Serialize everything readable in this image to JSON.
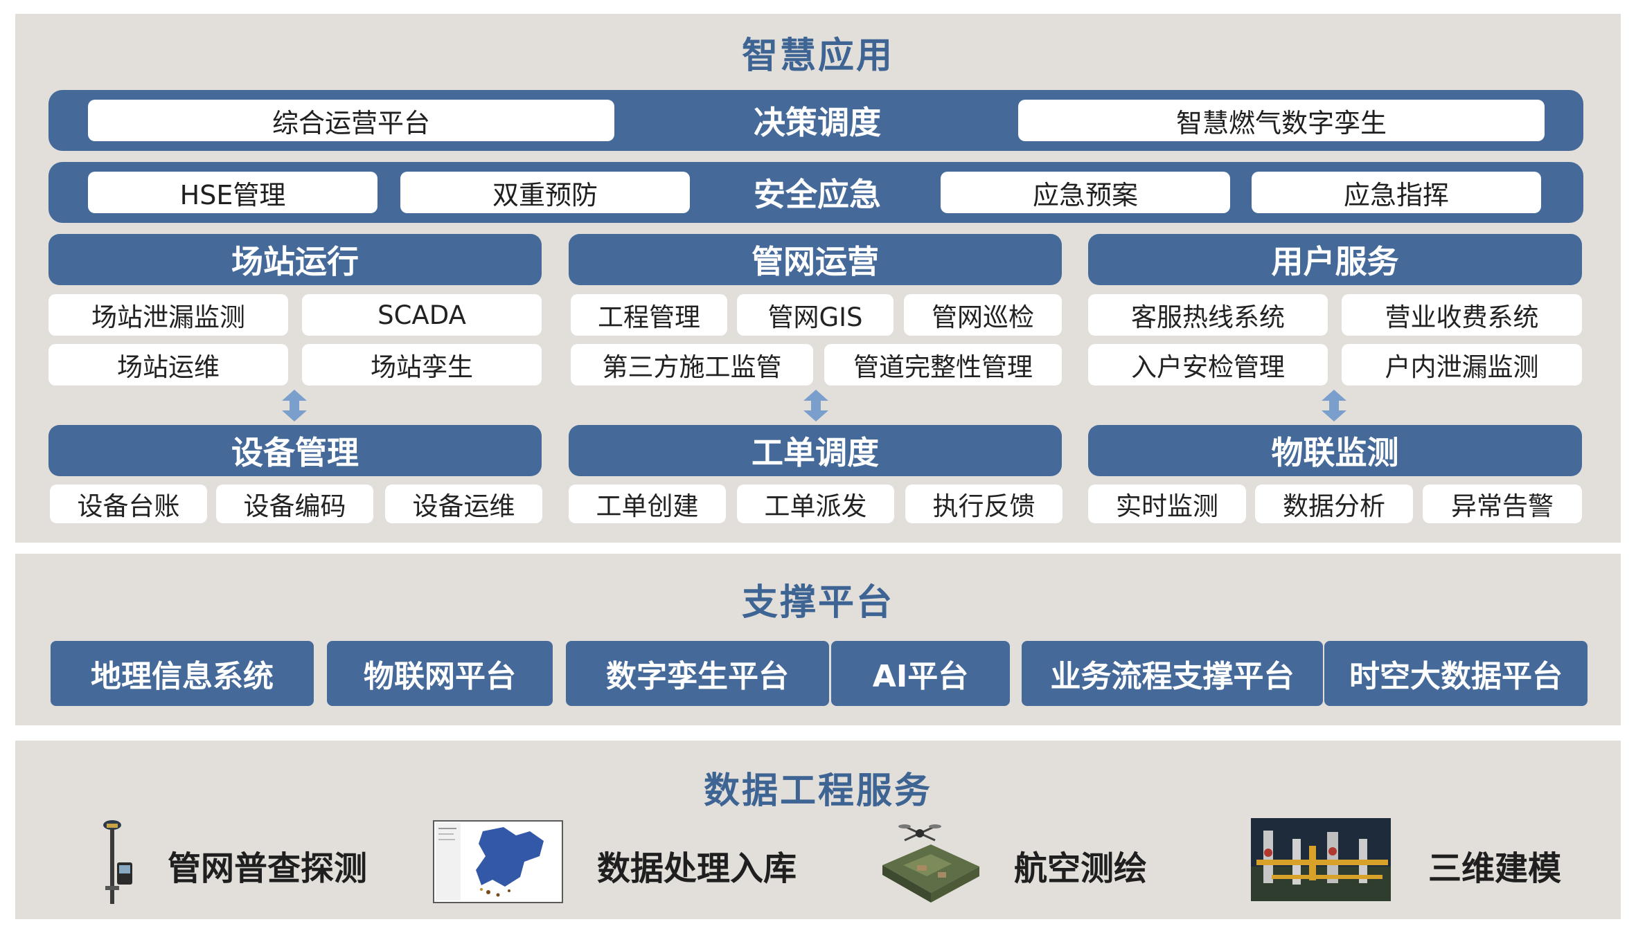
{
  "smart_apps": {
    "title": "智慧应用",
    "decision": {
      "label": "决策调度",
      "items": [
        "综合运营平台",
        "智慧燃气数字孪生"
      ]
    },
    "safety": {
      "label": "安全应急",
      "left_items": [
        "HSE管理",
        "双重预防"
      ],
      "right_items": [
        "应急预案",
        "应急指挥"
      ]
    },
    "columns": [
      {
        "header": "场站运行",
        "rows": [
          [
            "场站泄漏监测",
            "SCADA"
          ],
          [
            "场站运维",
            "场站孪生"
          ]
        ],
        "sub_header": "设备管理",
        "sub_items": [
          "设备台账",
          "设备编码",
          "设备运维"
        ]
      },
      {
        "header": "管网运营",
        "rows": [
          [
            "工程管理",
            "管网GIS",
            "管网巡检"
          ],
          [
            "第三方施工监管",
            "管道完整性管理"
          ]
        ],
        "sub_header": "工单调度",
        "sub_items": [
          "工单创建",
          "工单派发",
          "执行反馈"
        ]
      },
      {
        "header": "用户服务",
        "rows": [
          [
            "客服热线系统",
            "营业收费系统"
          ],
          [
            "入户安检管理",
            "户内泄漏监测"
          ]
        ],
        "sub_header": "物联监测",
        "sub_items": [
          "实时监测",
          "数据分析",
          "异常告警"
        ]
      }
    ]
  },
  "support": {
    "title": "支撑平台",
    "items": [
      "地理信息系统",
      "物联网平台",
      "数字孪生平台",
      "AI平台",
      "业务流程支撑平台",
      "时空大数据平台"
    ]
  },
  "data_service": {
    "title": "数据工程服务",
    "items": [
      {
        "label": "管网普查探测",
        "icon": "survey-gnss-receiver"
      },
      {
        "label": "数据处理入库",
        "icon": "gis-map-screenshot"
      },
      {
        "label": "航空测绘",
        "icon": "aerial-drone-model"
      },
      {
        "label": "三维建模",
        "icon": "3d-station-model"
      }
    ]
  },
  "colors": {
    "panel": "#e2dfda",
    "accent": "#456a9a",
    "title": "#3e6494",
    "arrow": "#7b9fcc"
  }
}
